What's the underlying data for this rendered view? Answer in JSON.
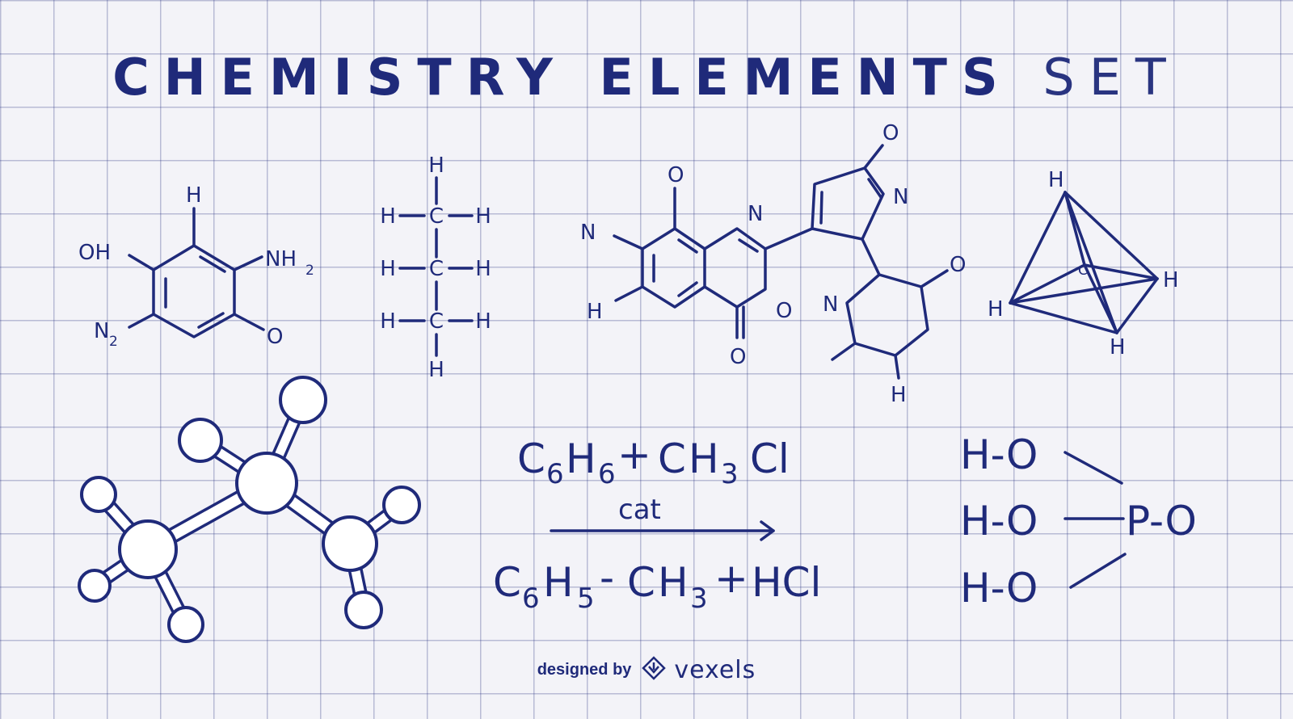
{
  "title": {
    "bold": "CHEMISTRY ELEMENTS",
    "light": "SET"
  },
  "accent_color": "#1f2a7a",
  "molecule1": {
    "h": "H",
    "oh": "OH",
    "nh": "NH",
    "nh_sub": "2",
    "n": "N",
    "n_sub": "2",
    "o": "O"
  },
  "molecule2": {
    "h": "H",
    "c": "C"
  },
  "molecule3": {
    "o": "O",
    "n": "N",
    "h": "H"
  },
  "molecule4": {
    "h": "H",
    "c": "C"
  },
  "equation": {
    "c": "C",
    "h": "H",
    "six": "6",
    "five": "5",
    "three": "3",
    "plus": "+",
    "cl": "Cl",
    "cat": "cat",
    "dash": "-",
    "hcl": "HCl"
  },
  "phosphoric": {
    "ho": "H-O",
    "po": "P-O"
  },
  "credit": {
    "designed_by": "designed by",
    "brand": "vexels",
    "logo_icon": "vexels-logo-icon"
  }
}
